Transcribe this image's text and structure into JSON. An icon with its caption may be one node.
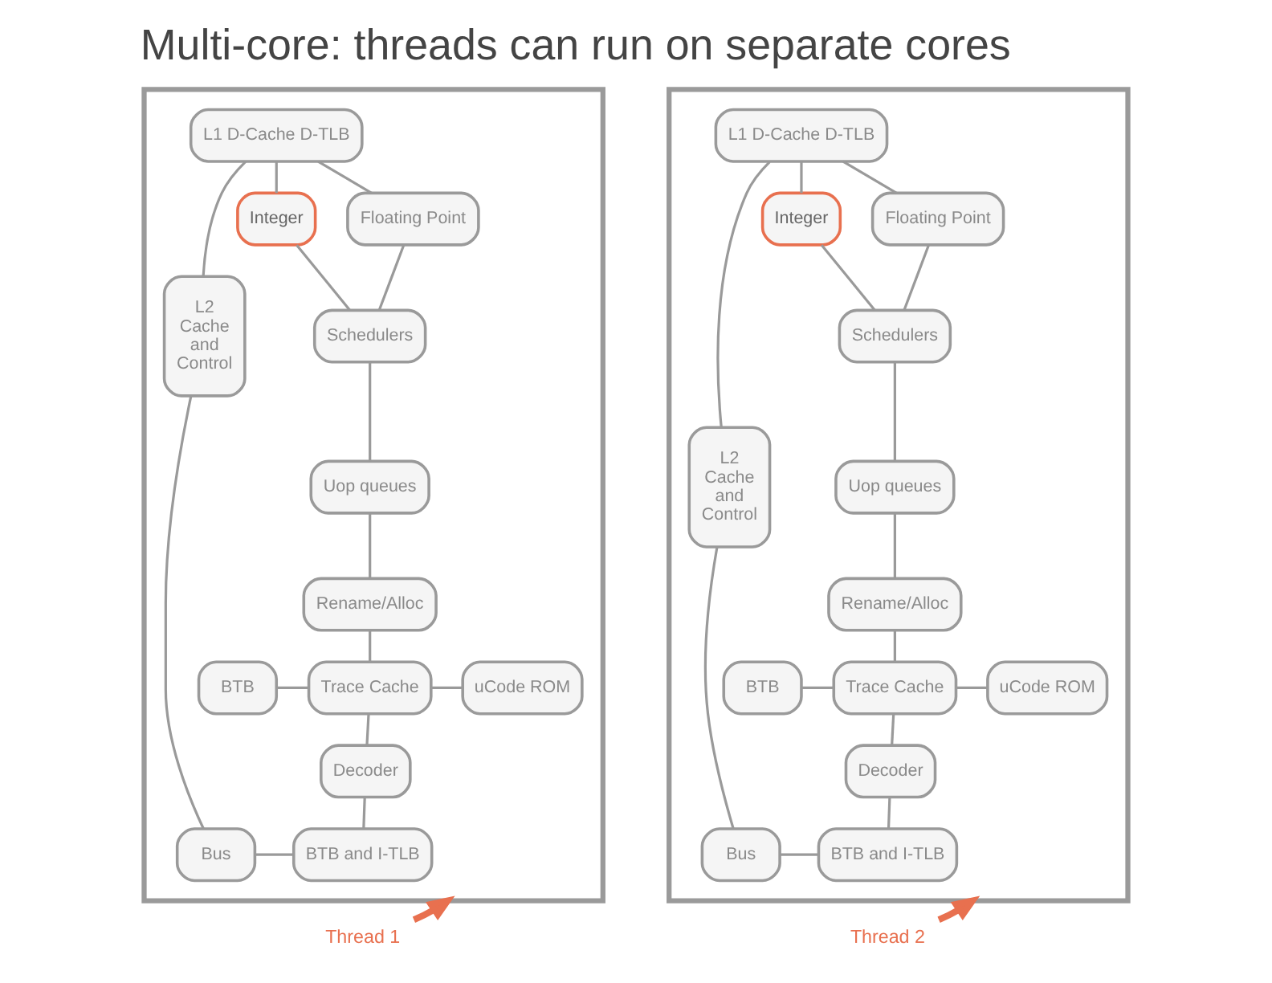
{
  "diagram": {
    "title": "Multi-core: threads can run on separate cores",
    "nodes": [
      {
        "text": [],
        "shape": "box"
      },
      {
        "text": [
          "L1 D-Cache D-TLB"
        ],
        "in": 0
      },
      {
        "text": [
          "Integer"
        ],
        "in": 0
      },
      {
        "text": [
          "Floating Point"
        ],
        "in": 0
      },
      {
        "text": [
          "L2 Cache and Control"
        ],
        "in": 0
      },
      {
        "text": [
          "Schedulers"
        ],
        "in": 0
      },
      {
        "text": [
          "Uop queues"
        ],
        "in": 0
      },
      {
        "text": [
          "Rename/Alloc"
        ],
        "in": 0
      },
      {
        "text": [
          "BTB"
        ],
        "in": 0
      },
      {
        "text": [
          "Trace Cache"
        ],
        "in": 0
      },
      {
        "text": [
          "uCode ROM"
        ],
        "in": 0
      },
      {
        "text": [
          "Decoder"
        ],
        "in": 0
      },
      {
        "text": [
          "Bus"
        ],
        "in": 0
      },
      {
        "text": [
          "BTB and I-TLB"
        ],
        "in": 0
      },
      {
        "text": [
          "Thread 1"
        ]
      },
      {
        "text": [],
        "shape": "box"
      },
      {
        "text": [
          "L1 D-Cache D-TLB"
        ],
        "in": 15
      },
      {
        "text": [
          "Integer"
        ],
        "in": 15
      },
      {
        "text": [
          "Floating Point"
        ],
        "in": 15
      },
      {
        "text": [
          "L2 Cache and Control"
        ],
        "in": 15
      },
      {
        "text": [
          "Schedulers"
        ],
        "in": 15
      },
      {
        "text": [
          "Uop queues"
        ],
        "in": 15
      },
      {
        "text": [
          "Rename/Alloc"
        ],
        "in": 15
      },
      {
        "text": [
          "BTB"
        ],
        "in": 15
      },
      {
        "text": [
          "Trace Cache"
        ],
        "in": 15
      },
      {
        "text": [
          "uCode ROM"
        ],
        "in": 15
      },
      {
        "text": [
          "Decoder"
        ],
        "in": 15
      },
      {
        "text": [
          "Bus"
        ],
        "in": 15
      },
      {
        "text": [
          "BTB and I-TLB"
        ],
        "in": 15
      },
      {
        "text": [
          "Thread 2"
        ]
      }
    ],
    "edges": [
      {
        "from": 1,
        "to": 4,
        "arrow": "none"
      },
      {
        "from": 1,
        "to": 2,
        "arrow": "none"
      },
      {
        "from": 1,
        "to": 3,
        "arrow": "none"
      },
      {
        "from": 2,
        "to": 5,
        "arrow": "none"
      },
      {
        "from": 3,
        "to": 5,
        "arrow": "none"
      },
      {
        "from": 5,
        "to": 6,
        "arrow": "none"
      },
      {
        "from": 6,
        "to": 7,
        "arrow": "none"
      },
      {
        "from": 7,
        "to": 9,
        "arrow": "none"
      },
      {
        "from": 8,
        "to": 9,
        "arrow": "none"
      },
      {
        "from": 9,
        "to": 10,
        "arrow": "none"
      },
      {
        "from": 9,
        "to": 11,
        "arrow": "none"
      },
      {
        "from": 11,
        "to": 13,
        "arrow": "none"
      },
      {
        "from": 4,
        "to": 12,
        "arrow": "none"
      },
      {
        "from": 12,
        "to": 13,
        "arrow": "none"
      },
      {
        "from": 14,
        "to": 0,
        "arrow": "to",
        "style": "thick",
        "color": "#e8704f"
      },
      {
        "from": 16,
        "to": 19,
        "arrow": "none"
      },
      {
        "from": 16,
        "to": 17,
        "arrow": "none"
      },
      {
        "from": 16,
        "to": 18,
        "arrow": "none"
      },
      {
        "from": 17,
        "to": 20,
        "arrow": "none"
      },
      {
        "from": 18,
        "to": 20,
        "arrow": "none"
      },
      {
        "from": 20,
        "to": 21,
        "arrow": "none"
      },
      {
        "from": 21,
        "to": 22,
        "arrow": "none"
      },
      {
        "from": 22,
        "to": 24,
        "arrow": "none"
      },
      {
        "from": 23,
        "to": 24,
        "arrow": "none"
      },
      {
        "from": 24,
        "to": 25,
        "arrow": "none"
      },
      {
        "from": 24,
        "to": 26,
        "arrow": "none"
      },
      {
        "from": 26,
        "to": 28,
        "arrow": "none"
      },
      {
        "from": 19,
        "to": 27,
        "arrow": "none"
      },
      {
        "from": 27,
        "to": 28,
        "arrow": "none"
      },
      {
        "from": 29,
        "to": 15,
        "arrow": "to",
        "style": "thick",
        "color": "#e8704f"
      }
    ]
  }
}
